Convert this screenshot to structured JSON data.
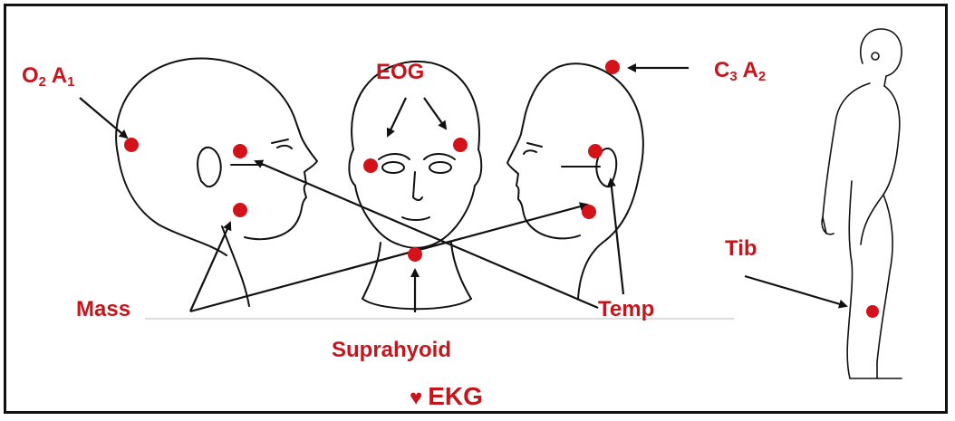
{
  "labels": {
    "o2": "O",
    "o2_sub": "2",
    "a1": "A",
    "a1_sub": "1",
    "eog": "EOG",
    "c3": "C",
    "c3_sub": "3",
    "a2": "A",
    "a2_sub": "2",
    "mass": "Mass",
    "temp": "Temp",
    "tib": "Tib",
    "suprahyoid": "Suprahyoid",
    "heart": "♥",
    "ekg": "EKG"
  },
  "colors": {
    "electrode": "#d3121a",
    "label": "#c4161c",
    "line": "#111111"
  }
}
